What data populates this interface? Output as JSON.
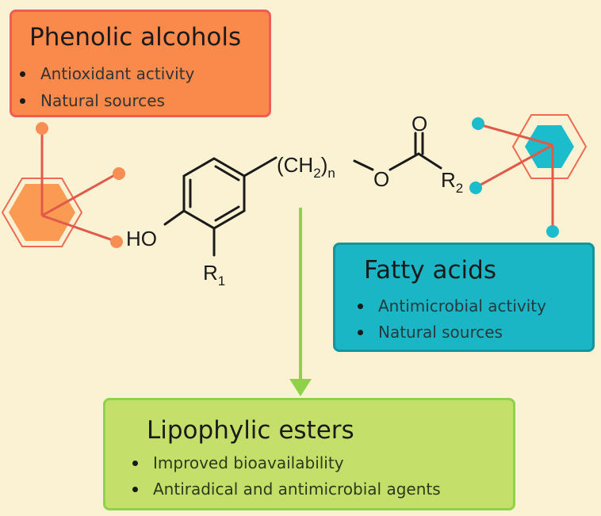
{
  "phenolic": {
    "title": "Phenolic alcohols",
    "items": [
      "Antioxidant activity",
      "Natural sources"
    ]
  },
  "fatty": {
    "title": "Fatty acids",
    "items": [
      "Antimicrobial activity",
      "Natural sources"
    ]
  },
  "ester": {
    "title": "Lipophylic esters",
    "items": [
      "Improved bioavailability",
      "Antiradical and antimicrobial agents"
    ]
  },
  "molecule": {
    "hydroxyl": "HO",
    "r1": "R",
    "r1_sub": "1",
    "chain_open": "(CH",
    "chain_sub2": "2",
    "chain_close": ")",
    "chain_n": "n",
    "ester_oxygen": "O",
    "carbonyl_oxygen": "O",
    "r2": "R",
    "r2_sub": "2"
  },
  "colors": {
    "background": "#fbf1d3",
    "phenolic_accent": "#fa8a4c",
    "fatty_accent": "#1bb6c6",
    "ester_accent": "#c4e06a",
    "arrow": "#8fd24a",
    "connector_line": "#e05a4a"
  }
}
